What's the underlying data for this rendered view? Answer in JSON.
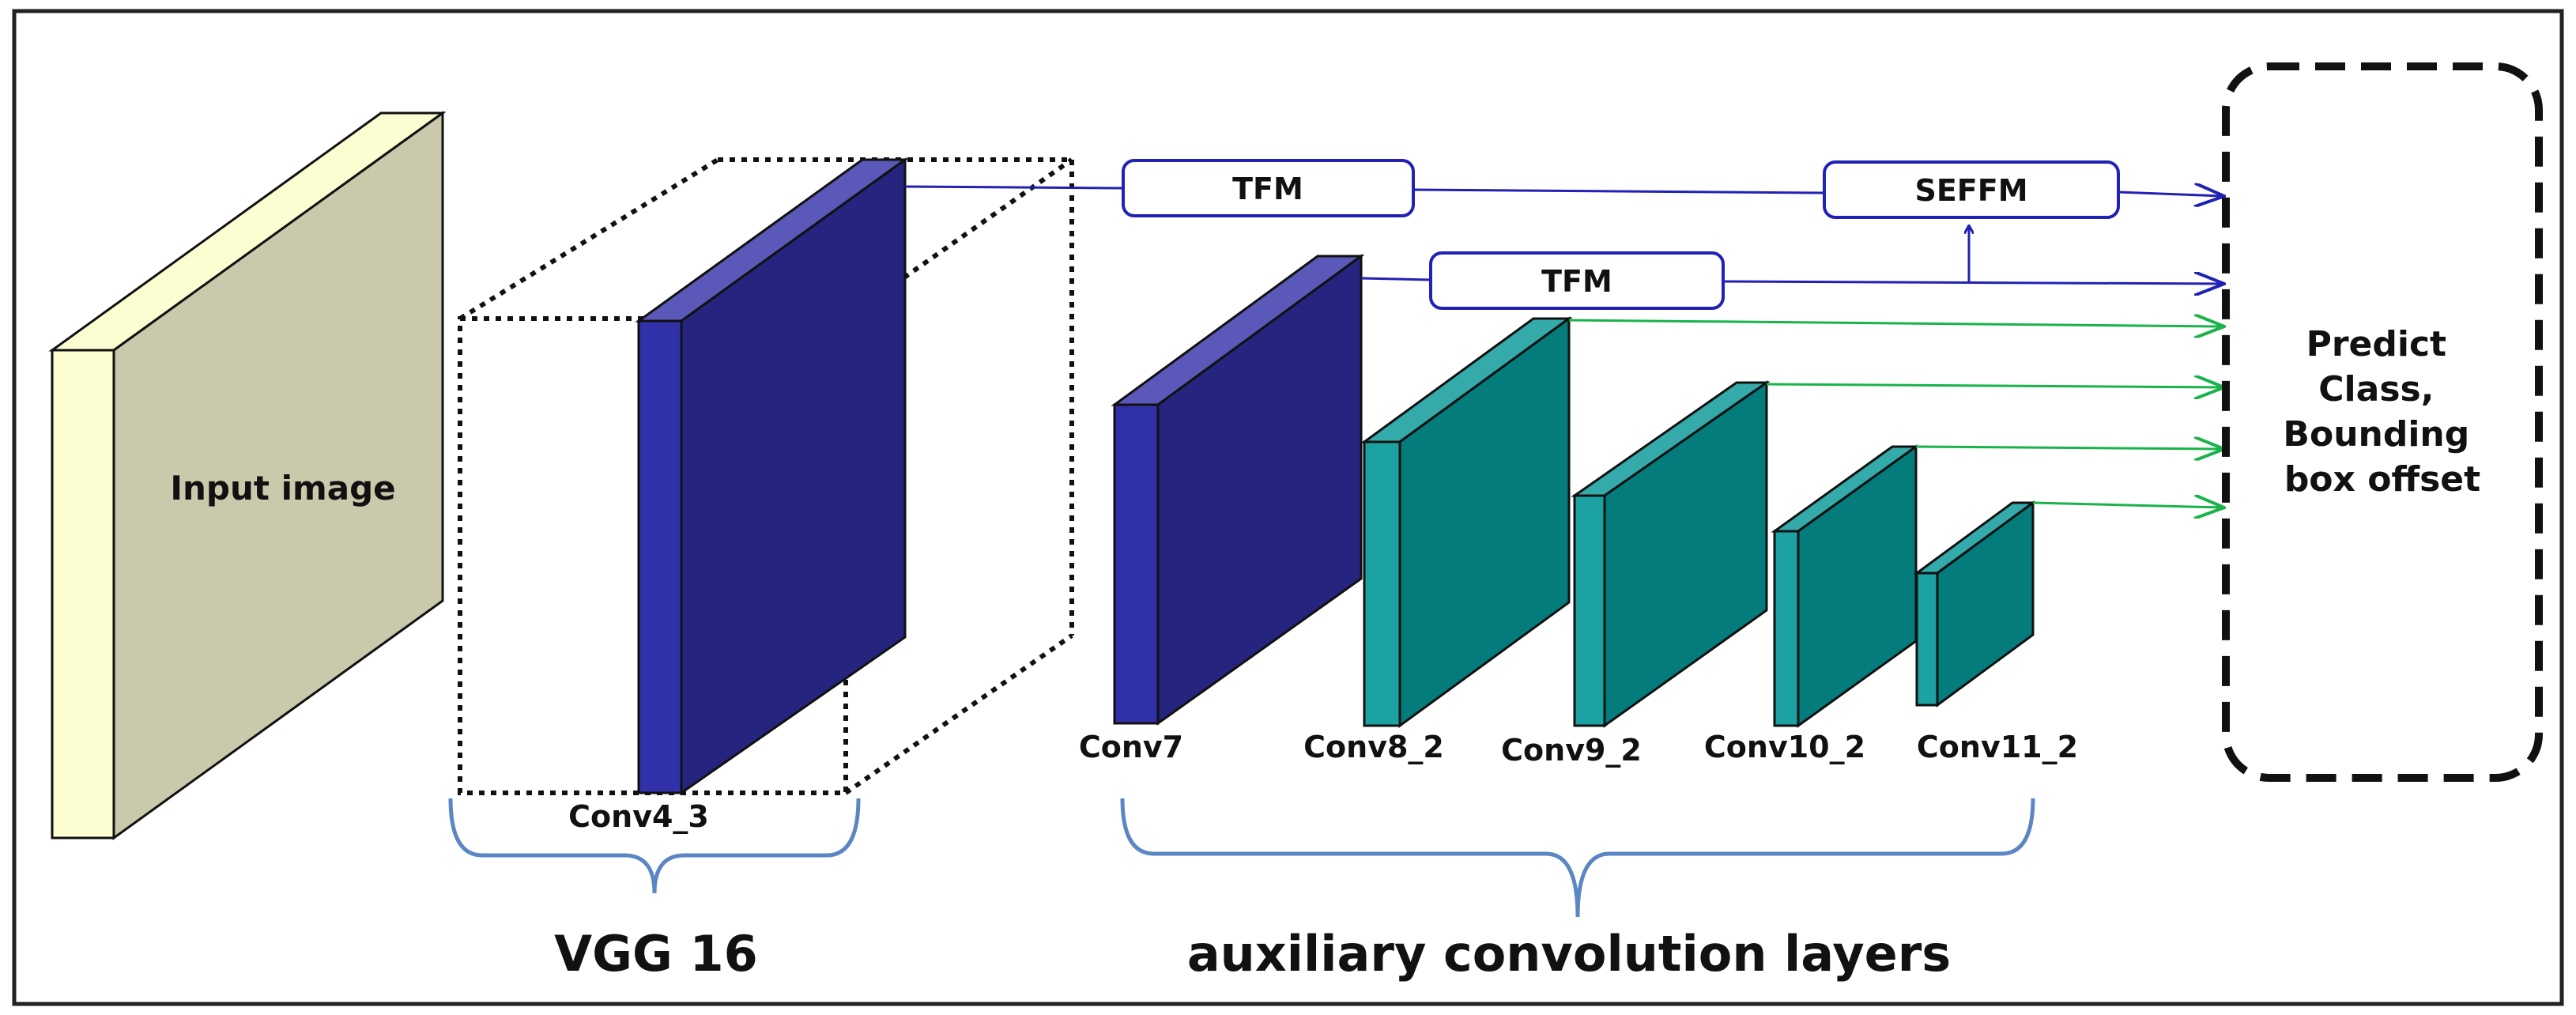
{
  "diagram": {
    "input_label": "Input image",
    "conv4_label": "Conv4_3",
    "vgg_label": "VGG 16",
    "aux_label": "auxiliary convolution layers",
    "conv_labels": [
      "Conv7",
      "Conv8_2",
      "Conv9_2",
      "Conv10_2",
      "Conv11_2"
    ],
    "tfm_top_label": "TFM",
    "tfm_mid_label": "TFM",
    "seffm_label": "SEFFM",
    "predict_label": [
      "Predict",
      "Class,",
      "Bounding",
      "box offset"
    ]
  },
  "colors": {
    "input_face": "#cbc9ac",
    "input_side": "#fdfdd2",
    "blue_face": "#25257f",
    "blue_side": "#3030a8",
    "blue_top": "#5a58b8",
    "teal_face": "#047c7c",
    "teal_side": "#1ca2a2",
    "teal_top": "#34aaaa",
    "arrow_blue": "#2121b5",
    "arrow_green": "#19b34a",
    "brace": "#5b86c4"
  }
}
